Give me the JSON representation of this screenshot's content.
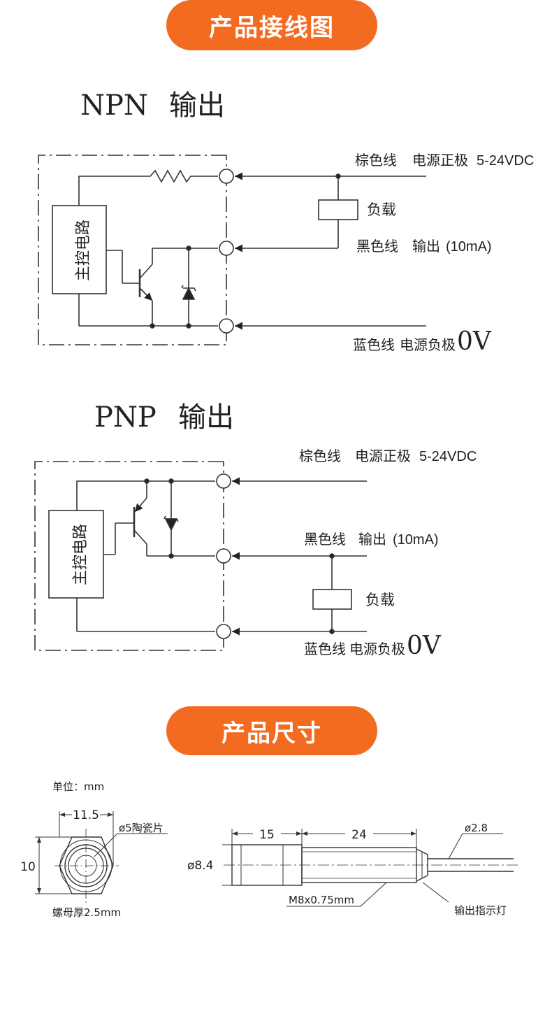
{
  "sections": {
    "wiring_title": "产品接线图",
    "dimensions_title": "产品尺寸"
  },
  "npn": {
    "title_type": "NPN",
    "title_word": "输出",
    "main_circuit": "主控电路",
    "brown_wire": "棕色线",
    "brown_desc": "电源正极",
    "brown_voltage": "5-24VDC",
    "load": "负载",
    "black_wire": "黑色线",
    "black_desc": "输出",
    "black_current": "(10mA)",
    "blue_wire": "蓝色线",
    "blue_desc": "电源负极",
    "blue_voltage": "0V"
  },
  "pnp": {
    "title_type": "PNP",
    "title_word": "输出",
    "main_circuit": "主控电路",
    "brown_wire": "棕色线",
    "brown_desc": "电源正极",
    "brown_voltage": "5-24VDC",
    "black_wire": "黑色线",
    "black_desc": "输出",
    "black_current": "(10mA)",
    "load": "负载",
    "blue_wire": "蓝色线",
    "blue_desc": "电源负极",
    "blue_voltage": "0V"
  },
  "dimensions": {
    "unit_label": "单位：mm",
    "nut_width": "11.5",
    "nut_height": "10",
    "ceramic": "ø5陶瓷片",
    "nut_thickness": "螺母厚2.5mm",
    "body_diameter": "ø8.4",
    "len_head": "15",
    "len_body": "24",
    "cable_diameter": "ø2.8",
    "thread": "M8x0.75mm",
    "indicator": "输出指示灯"
  }
}
